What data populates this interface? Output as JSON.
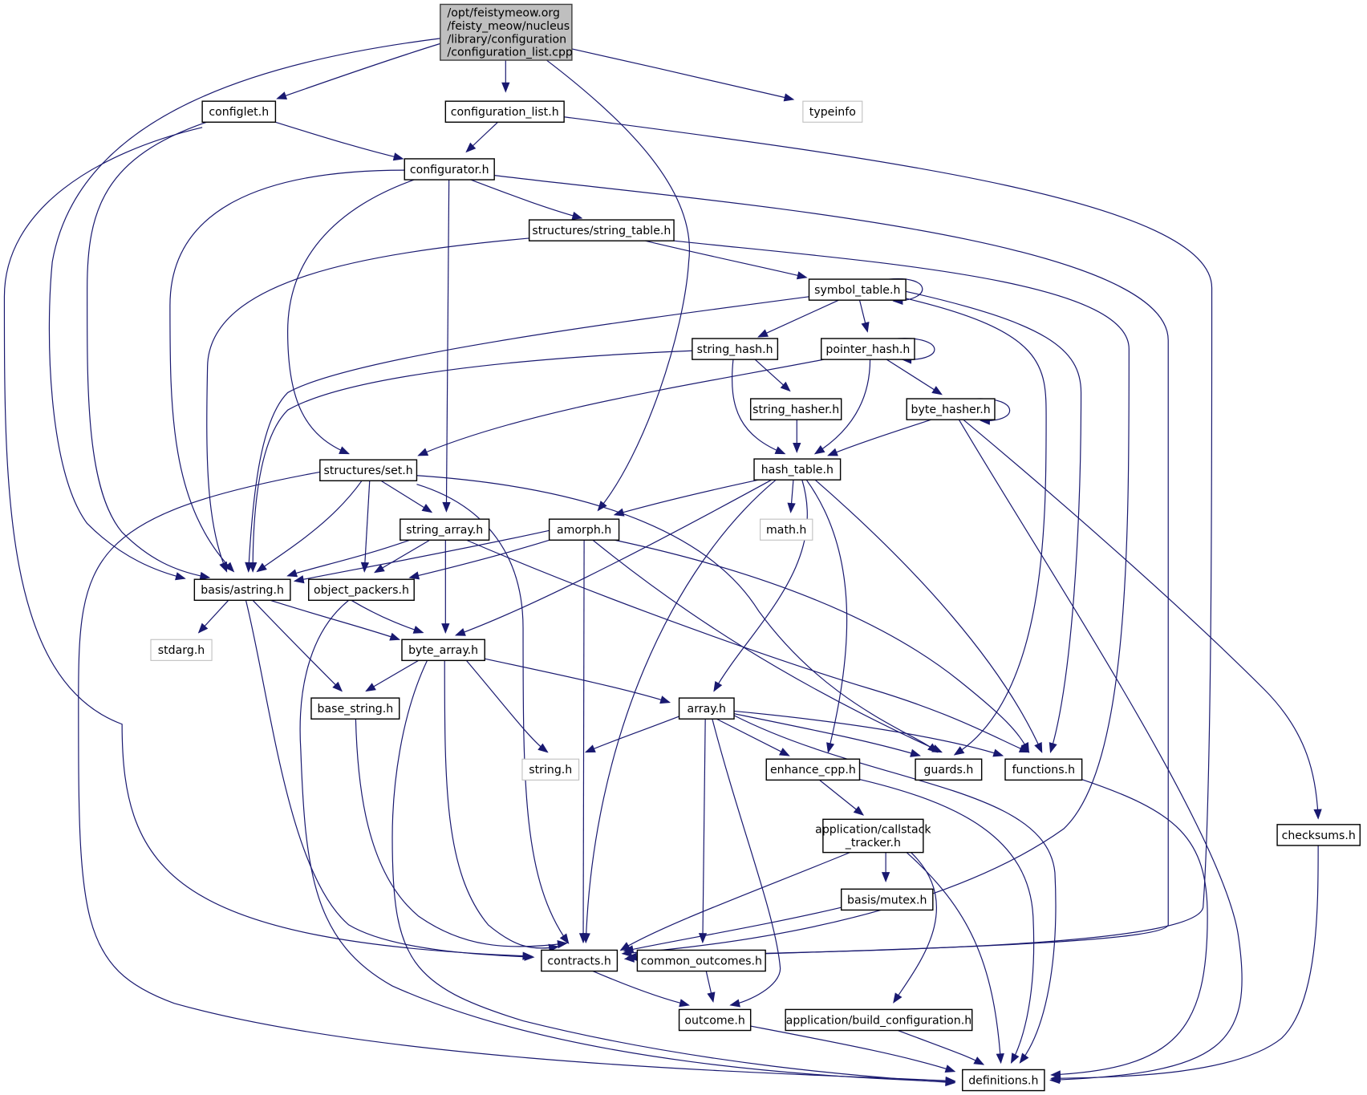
{
  "title": "Include dependency graph for configuration_list.cpp",
  "colors": {
    "edge": "#191970",
    "root_fill": "#bfbfbf",
    "node_border": "#000000",
    "external_border": "#bfbfbf"
  },
  "nodes": [
    {
      "id": "root",
      "lines": [
        "/opt/feistymeow.org",
        "/feisty_meow/nucleus",
        "/library/configuration",
        "/configuration_list.cpp"
      ],
      "kind": "root"
    },
    {
      "id": "configlet_h",
      "lines": [
        "configlet.h"
      ],
      "kind": "header"
    },
    {
      "id": "configuration_list_h",
      "lines": [
        "configuration_list.h"
      ],
      "kind": "header"
    },
    {
      "id": "typeinfo",
      "lines": [
        "typeinfo"
      ],
      "kind": "external"
    },
    {
      "id": "configurator_h",
      "lines": [
        "configurator.h"
      ],
      "kind": "header"
    },
    {
      "id": "string_table_h",
      "lines": [
        "structures/string_table.h"
      ],
      "kind": "header"
    },
    {
      "id": "symbol_table_h",
      "lines": [
        "symbol_table.h"
      ],
      "kind": "header"
    },
    {
      "id": "string_hash_h",
      "lines": [
        "string_hash.h"
      ],
      "kind": "header"
    },
    {
      "id": "pointer_hash_h",
      "lines": [
        "pointer_hash.h"
      ],
      "kind": "header"
    },
    {
      "id": "string_hasher_h",
      "lines": [
        "string_hasher.h"
      ],
      "kind": "header"
    },
    {
      "id": "byte_hasher_h",
      "lines": [
        "byte_hasher.h"
      ],
      "kind": "header"
    },
    {
      "id": "set_h",
      "lines": [
        "structures/set.h"
      ],
      "kind": "header"
    },
    {
      "id": "hash_table_h",
      "lines": [
        "hash_table.h"
      ],
      "kind": "header"
    },
    {
      "id": "string_array_h",
      "lines": [
        "string_array.h"
      ],
      "kind": "header"
    },
    {
      "id": "amorph_h",
      "lines": [
        "amorph.h"
      ],
      "kind": "header"
    },
    {
      "id": "math_h",
      "lines": [
        "math.h"
      ],
      "kind": "external"
    },
    {
      "id": "astring_h",
      "lines": [
        "basis/astring.h"
      ],
      "kind": "header"
    },
    {
      "id": "object_packers_h",
      "lines": [
        "object_packers.h"
      ],
      "kind": "header"
    },
    {
      "id": "stdarg_h",
      "lines": [
        "stdarg.h"
      ],
      "kind": "external"
    },
    {
      "id": "byte_array_h",
      "lines": [
        "byte_array.h"
      ],
      "kind": "header"
    },
    {
      "id": "base_string_h",
      "lines": [
        "base_string.h"
      ],
      "kind": "header"
    },
    {
      "id": "array_h",
      "lines": [
        "array.h"
      ],
      "kind": "header"
    },
    {
      "id": "string_h",
      "lines": [
        "string.h"
      ],
      "kind": "external"
    },
    {
      "id": "enhance_cpp_h",
      "lines": [
        "enhance_cpp.h"
      ],
      "kind": "header"
    },
    {
      "id": "guards_h",
      "lines": [
        "guards.h"
      ],
      "kind": "header"
    },
    {
      "id": "functions_h",
      "lines": [
        "functions.h"
      ],
      "kind": "header"
    },
    {
      "id": "checksums_h",
      "lines": [
        "checksums.h"
      ],
      "kind": "header"
    },
    {
      "id": "callstack_tracker_h",
      "lines": [
        "application/callstack",
        "_tracker.h"
      ],
      "kind": "header"
    },
    {
      "id": "mutex_h",
      "lines": [
        "basis/mutex.h"
      ],
      "kind": "header"
    },
    {
      "id": "contracts_h",
      "lines": [
        "contracts.h"
      ],
      "kind": "header"
    },
    {
      "id": "common_outcomes_h",
      "lines": [
        "common_outcomes.h"
      ],
      "kind": "header"
    },
    {
      "id": "outcome_h",
      "lines": [
        "outcome.h"
      ],
      "kind": "header"
    },
    {
      "id": "build_configuration_h",
      "lines": [
        "application/build_configuration.h"
      ],
      "kind": "header"
    },
    {
      "id": "definitions_h",
      "lines": [
        "definitions.h"
      ],
      "kind": "header"
    }
  ],
  "edges": [
    [
      "root",
      "configlet_h"
    ],
    [
      "root",
      "configuration_list_h"
    ],
    [
      "root",
      "typeinfo"
    ],
    [
      "root",
      "astring_h"
    ],
    [
      "root",
      "amorph_h"
    ],
    [
      "configlet_h",
      "configurator_h"
    ],
    [
      "configlet_h",
      "astring_h"
    ],
    [
      "configlet_h",
      "contracts_h"
    ],
    [
      "configuration_list_h",
      "configurator_h"
    ],
    [
      "configuration_list_h",
      "contracts_h"
    ],
    [
      "configurator_h",
      "string_table_h"
    ],
    [
      "configurator_h",
      "astring_h"
    ],
    [
      "configurator_h",
      "set_h"
    ],
    [
      "configurator_h",
      "string_array_h"
    ],
    [
      "configurator_h",
      "contracts_h"
    ],
    [
      "string_table_h",
      "symbol_table_h"
    ],
    [
      "string_table_h",
      "astring_h"
    ],
    [
      "string_table_h",
      "contracts_h"
    ],
    [
      "symbol_table_h",
      "symbol_table_h"
    ],
    [
      "symbol_table_h",
      "string_hash_h"
    ],
    [
      "symbol_table_h",
      "pointer_hash_h"
    ],
    [
      "symbol_table_h",
      "astring_h"
    ],
    [
      "symbol_table_h",
      "guards_h"
    ],
    [
      "symbol_table_h",
      "functions_h"
    ],
    [
      "string_hash_h",
      "string_hasher_h"
    ],
    [
      "string_hash_h",
      "hash_table_h"
    ],
    [
      "string_hash_h",
      "astring_h"
    ],
    [
      "pointer_hash_h",
      "pointer_hash_h"
    ],
    [
      "pointer_hash_h",
      "byte_hasher_h"
    ],
    [
      "pointer_hash_h",
      "hash_table_h"
    ],
    [
      "pointer_hash_h",
      "set_h"
    ],
    [
      "string_hasher_h",
      "hash_table_h"
    ],
    [
      "byte_hasher_h",
      "byte_hasher_h"
    ],
    [
      "byte_hasher_h",
      "hash_table_h"
    ],
    [
      "byte_hasher_h",
      "checksums_h"
    ],
    [
      "byte_hasher_h",
      "definitions_h"
    ],
    [
      "hash_table_h",
      "amorph_h"
    ],
    [
      "hash_table_h",
      "math_h"
    ],
    [
      "hash_table_h",
      "byte_array_h"
    ],
    [
      "hash_table_h",
      "array_h"
    ],
    [
      "hash_table_h",
      "enhance_cpp_h"
    ],
    [
      "hash_table_h",
      "functions_h"
    ],
    [
      "hash_table_h",
      "contracts_h"
    ],
    [
      "set_h",
      "string_array_h"
    ],
    [
      "set_h",
      "astring_h"
    ],
    [
      "set_h",
      "object_packers_h"
    ],
    [
      "set_h",
      "guards_h"
    ],
    [
      "set_h",
      "contracts_h"
    ],
    [
      "set_h",
      "definitions_h"
    ],
    [
      "string_array_h",
      "astring_h"
    ],
    [
      "string_array_h",
      "object_packers_h"
    ],
    [
      "string_array_h",
      "byte_array_h"
    ],
    [
      "string_array_h",
      "functions_h"
    ],
    [
      "amorph_h",
      "astring_h"
    ],
    [
      "amorph_h",
      "object_packers_h"
    ],
    [
      "amorph_h",
      "contracts_h"
    ],
    [
      "amorph_h",
      "guards_h"
    ],
    [
      "amorph_h",
      "functions_h"
    ],
    [
      "astring_h",
      "stdarg_h"
    ],
    [
      "astring_h",
      "byte_array_h"
    ],
    [
      "astring_h",
      "base_string_h"
    ],
    [
      "astring_h",
      "contracts_h"
    ],
    [
      "object_packers_h",
      "byte_array_h"
    ],
    [
      "object_packers_h",
      "definitions_h"
    ],
    [
      "byte_array_h",
      "base_string_h"
    ],
    [
      "byte_array_h",
      "array_h"
    ],
    [
      "byte_array_h",
      "string_h"
    ],
    [
      "byte_array_h",
      "contracts_h"
    ],
    [
      "byte_array_h",
      "definitions_h"
    ],
    [
      "base_string_h",
      "contracts_h"
    ],
    [
      "array_h",
      "string_h"
    ],
    [
      "array_h",
      "enhance_cpp_h"
    ],
    [
      "array_h",
      "guards_h"
    ],
    [
      "array_h",
      "functions_h"
    ],
    [
      "array_h",
      "common_outcomes_h"
    ],
    [
      "array_h",
      "outcome_h"
    ],
    [
      "array_h",
      "definitions_h"
    ],
    [
      "enhance_cpp_h",
      "callstack_tracker_h"
    ],
    [
      "enhance_cpp_h",
      "definitions_h"
    ],
    [
      "functions_h",
      "definitions_h"
    ],
    [
      "checksums_h",
      "definitions_h"
    ],
    [
      "callstack_tracker_h",
      "mutex_h"
    ],
    [
      "callstack_tracker_h",
      "contracts_h"
    ],
    [
      "callstack_tracker_h",
      "build_configuration_h"
    ],
    [
      "callstack_tracker_h",
      "definitions_h"
    ],
    [
      "mutex_h",
      "contracts_h"
    ],
    [
      "contracts_h",
      "outcome_h"
    ],
    [
      "common_outcomes_h",
      "outcome_h"
    ],
    [
      "outcome_h",
      "definitions_h"
    ],
    [
      "build_configuration_h",
      "definitions_h"
    ]
  ]
}
